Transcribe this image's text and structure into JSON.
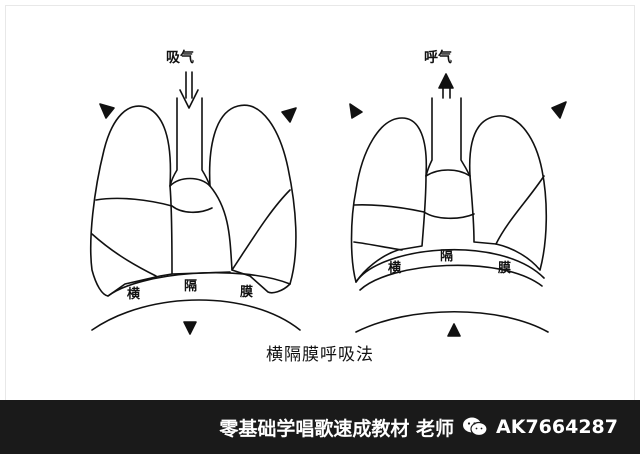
{
  "left_panel": {
    "airflow_label": "吸气",
    "diaphragm_chars": [
      "横",
      "隔",
      "膜"
    ]
  },
  "right_panel": {
    "airflow_label": "呼气",
    "diaphragm_chars": [
      "横",
      "隔",
      "膜"
    ]
  },
  "caption": "横隔膜呼吸法",
  "banner": {
    "text": "零基础学唱歌速成教材 老师",
    "icon": "wechat-icon",
    "id": "AK7664287"
  }
}
